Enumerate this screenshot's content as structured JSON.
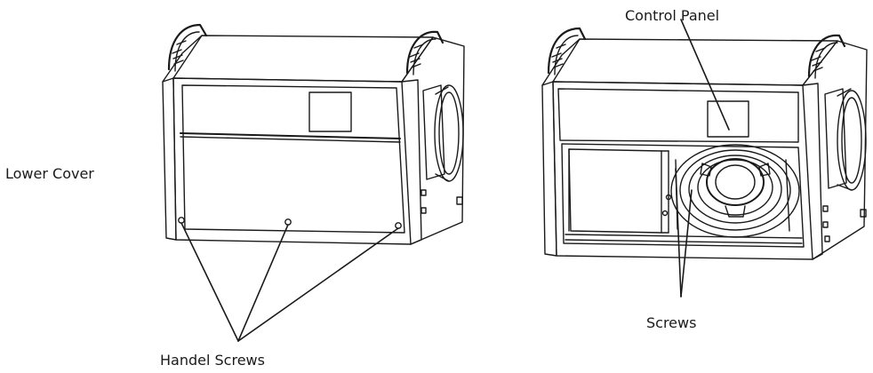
{
  "labels": {
    "lower_cover": "Lower Cover",
    "handel_screws": "Handel Screws",
    "control_panel": "Control Panel",
    "screws": "Screws"
  },
  "colors": {
    "line": "#1a1a1a",
    "background": "#ffffff"
  }
}
